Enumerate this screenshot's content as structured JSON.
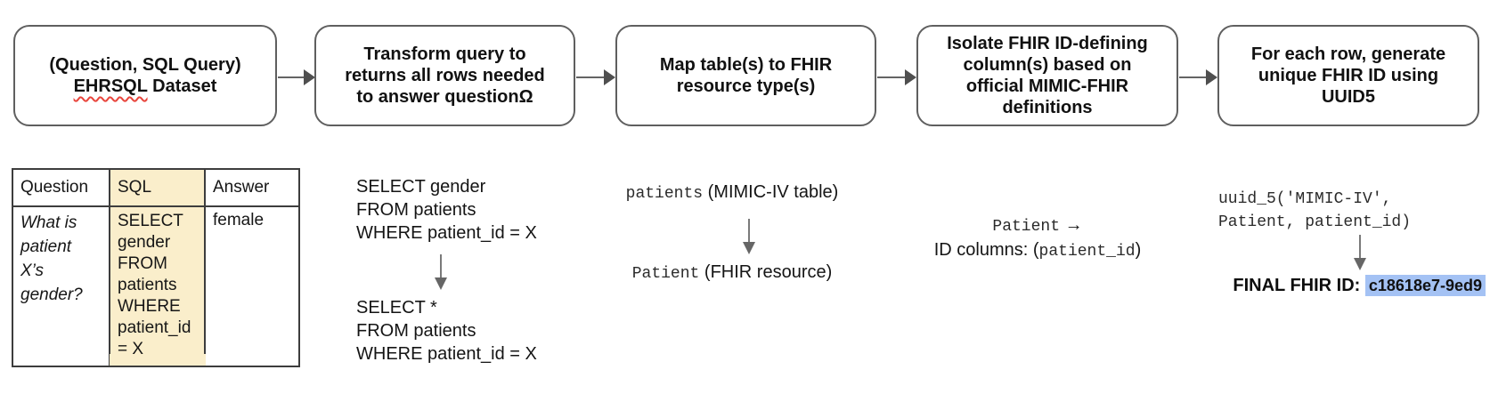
{
  "colors": {
    "box_border": "#5f5f5f",
    "flow_arrow": "#4f4f4f",
    "table_border": "#3d3d3d",
    "sql_highlight": "#faeecb",
    "id_highlight": "#a4c2f4",
    "spellcheck_underline": "#e8453c"
  },
  "pipeline": {
    "step1": {
      "line1": "(Question, SQL Query)",
      "line2_word": "EHRSQL",
      "line2_rest": "Dataset"
    },
    "step2": {
      "lines": [
        "Transform query to",
        "returns all rows needed",
        "to answer questionΩ"
      ]
    },
    "step3": {
      "lines": [
        "Map table(s) to FHIR",
        "resource type(s)"
      ]
    },
    "step4": {
      "lines": [
        "Isolate FHIR ID-defining",
        "column(s) based on",
        "official MIMIC-FHIR",
        "definitions"
      ]
    },
    "step5": {
      "lines": [
        "For each row, generate",
        "unique FHIR ID using",
        "UUID5"
      ]
    }
  },
  "example_table": {
    "headers": [
      "Question",
      "SQL",
      "Answer"
    ],
    "row": {
      "question_lines": [
        "What is",
        "patient",
        "X’s",
        "gender?"
      ],
      "sql_lines": [
        "SELECT",
        "gender",
        "FROM",
        "patients",
        "WHERE",
        "patient_id",
        "= X"
      ],
      "answer": "female"
    }
  },
  "query_transform": {
    "original_query_lines": [
      "SELECT gender",
      "FROM patients",
      "WHERE patient_id = X"
    ],
    "transformed_query_lines": [
      "SELECT *",
      "FROM patients",
      "WHERE patient_id = X"
    ]
  },
  "table_mapping": {
    "source_code": "patients",
    "source_note": "(MIMIC-IV table)",
    "target_code": "Patient",
    "target_note": "(FHIR resource)"
  },
  "id_columns": {
    "resource_code": "Patient",
    "arrow_glyph": "→",
    "label_prefix": "ID columns: (",
    "column_code": "patient_id",
    "label_suffix": ")"
  },
  "uuid_generation": {
    "code_lines": [
      "uuid_5('MIMIC-IV',",
      "Patient, patient_id)"
    ],
    "final_label": "FINAL FHIR ID:",
    "final_value": "c18618e7-9ed9"
  }
}
